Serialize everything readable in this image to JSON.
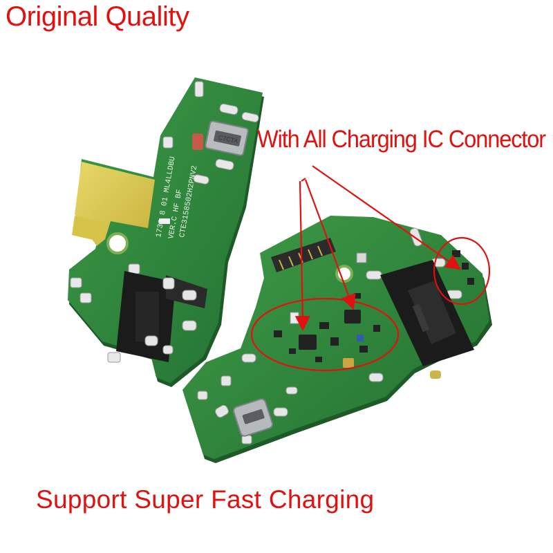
{
  "headline": "Original Quality",
  "callout": "With All Charging IC Connector",
  "caption": "Support Super Fast Charging",
  "board_markings": {
    "left_vertical": "1732 8 01 ML4LLDBU",
    "left_vertical_2": "VER.C HF BF",
    "left_vertical_3": "CTE3158502H2PNV2",
    "port_label": "C7CTA"
  },
  "colors": {
    "text": "#e0110f",
    "annotation": "#e0110f",
    "pcb": "#2f8a3c",
    "pcb_dark": "#1e5e28",
    "stiffener": "#d9c74c",
    "connector": "#1b1b1b"
  },
  "icons": [
    "red-circle",
    "red-arrow"
  ]
}
